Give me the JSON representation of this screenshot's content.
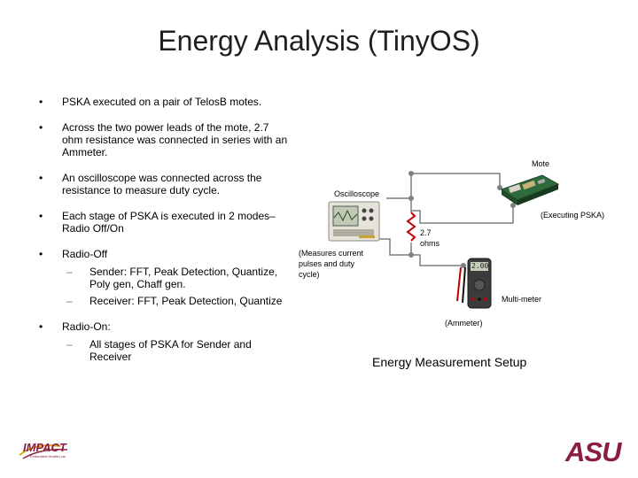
{
  "slide": {
    "title": "Energy Analysis (TinyOS)"
  },
  "bullets": [
    {
      "text": "PSKA executed on a pair of TelosB motes."
    },
    {
      "text": "Across the two power leads of the mote, 2.7 ohm resistance was connected in series with an Ammeter."
    },
    {
      "text": "An oscilloscope was connected across the resistance to measure duty cycle."
    },
    {
      "text": "Each stage of PSKA is executed in 2 modes– Radio Off/On"
    },
    {
      "text": "Radio-Off",
      "sub": [
        {
          "text": "Sender: FFT, Peak Detection, Quantize, Poly gen, Chaff gen."
        },
        {
          "text": "Receiver: FFT, Peak Detection, Quantize"
        }
      ]
    },
    {
      "text": "Radio-On:",
      "sub": [
        {
          "text": "All stages of PSKA for Sender and Receiver"
        }
      ]
    }
  ],
  "diagram": {
    "mote_label": "Mote",
    "mote_note": "(Executing PSKA)",
    "oscilloscope_label": "Oscilloscope",
    "oscilloscope_note": "(Measures current pulses and duty cycle)",
    "resistor_value": "2.7 ohms",
    "multimeter_label": "Multi-meter",
    "ammeter_note": "(Ammeter)",
    "meter_display": "2.00",
    "caption": "Energy Measurement Setup"
  },
  "logos": {
    "impact_text": "IMPACT",
    "impact_subtext": "Embedded Health Lab",
    "asu_text": "ASU"
  },
  "colors": {
    "wire": "#7f7f7f",
    "dash": "#4f81bd",
    "asu_maroon": "#8c1d40",
    "impact_gold": "#d9a520"
  }
}
